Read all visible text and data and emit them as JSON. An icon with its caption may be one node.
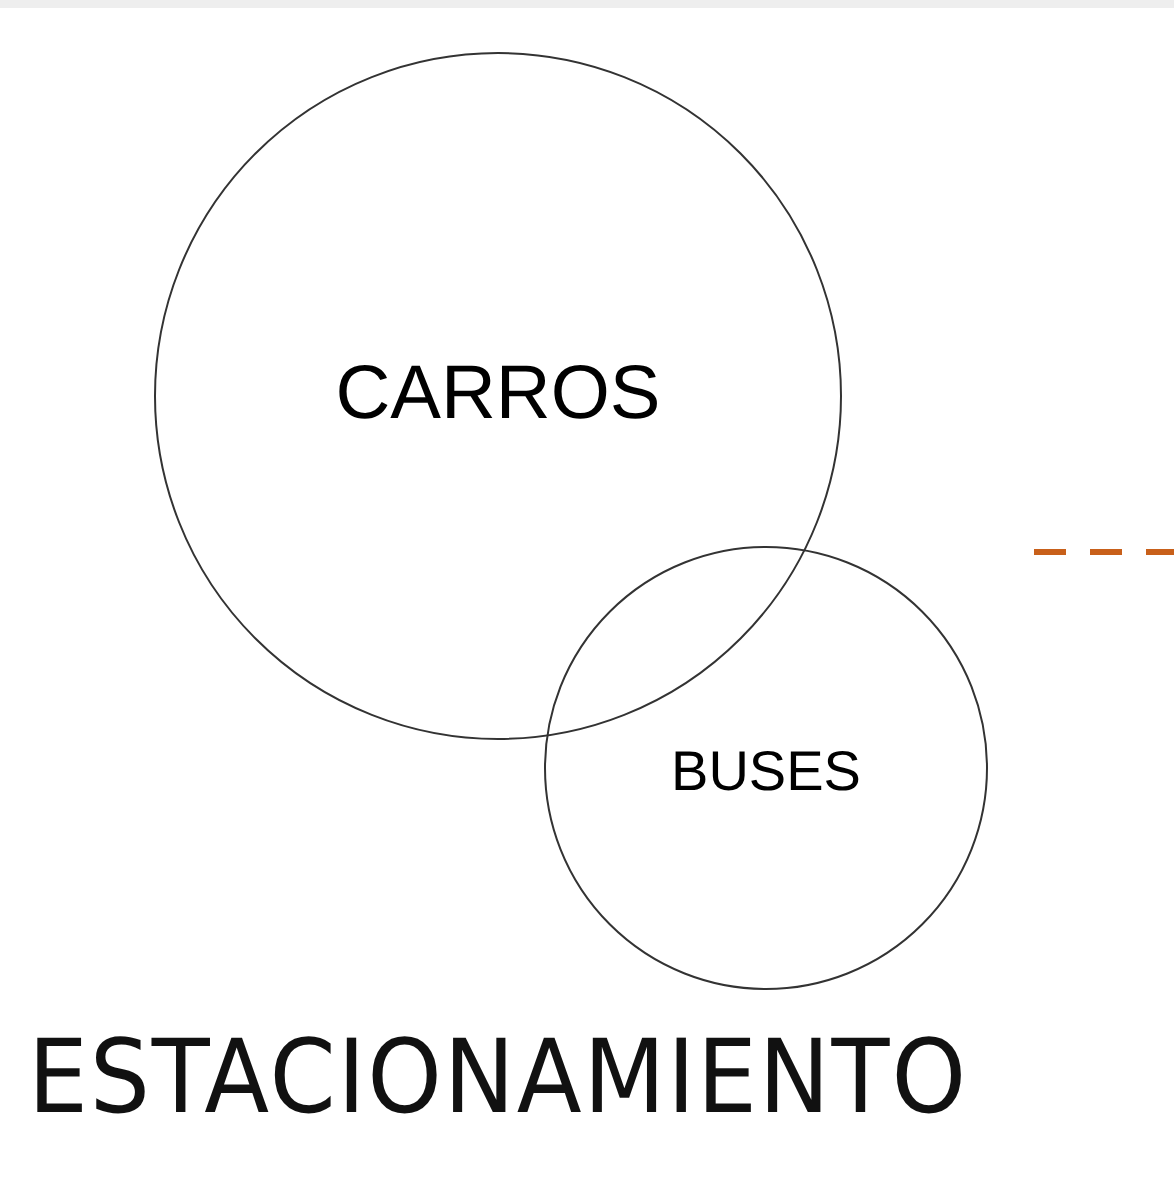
{
  "diagram": {
    "nodes": [
      {
        "text": [
          "CARROS"
        ]
      },
      {
        "text": [
          "BUSES"
        ]
      }
    ],
    "edges": [],
    "labels": [
      "ESTACIONAMIENTO"
    ]
  }
}
